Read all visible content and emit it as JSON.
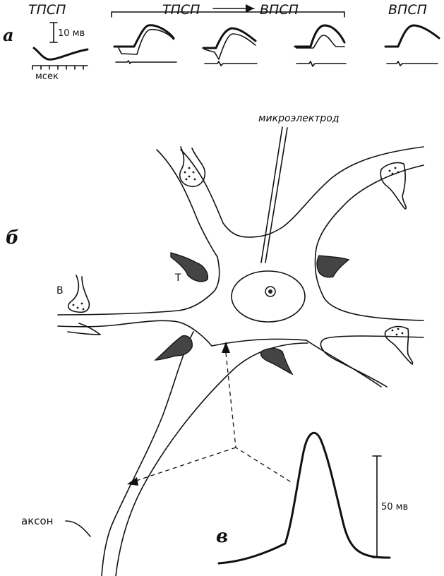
{
  "panel_a": {
    "letter": "а",
    "label_ipsp": "ТПСП",
    "label_transition_left": "ТПСП",
    "label_transition_right": "ВПСП",
    "label_epsp": "ВПСП",
    "scale_voltage": "10 мв",
    "scale_time": "мсек"
  },
  "panel_b": {
    "letter": "б",
    "microelectrode": "микроэлектрод",
    "synapse_excitatory": "В",
    "synapse_inhibitory": "Т",
    "axon": "аксон"
  },
  "panel_v": {
    "letter": "в",
    "scale_voltage": "50 мв"
  }
}
